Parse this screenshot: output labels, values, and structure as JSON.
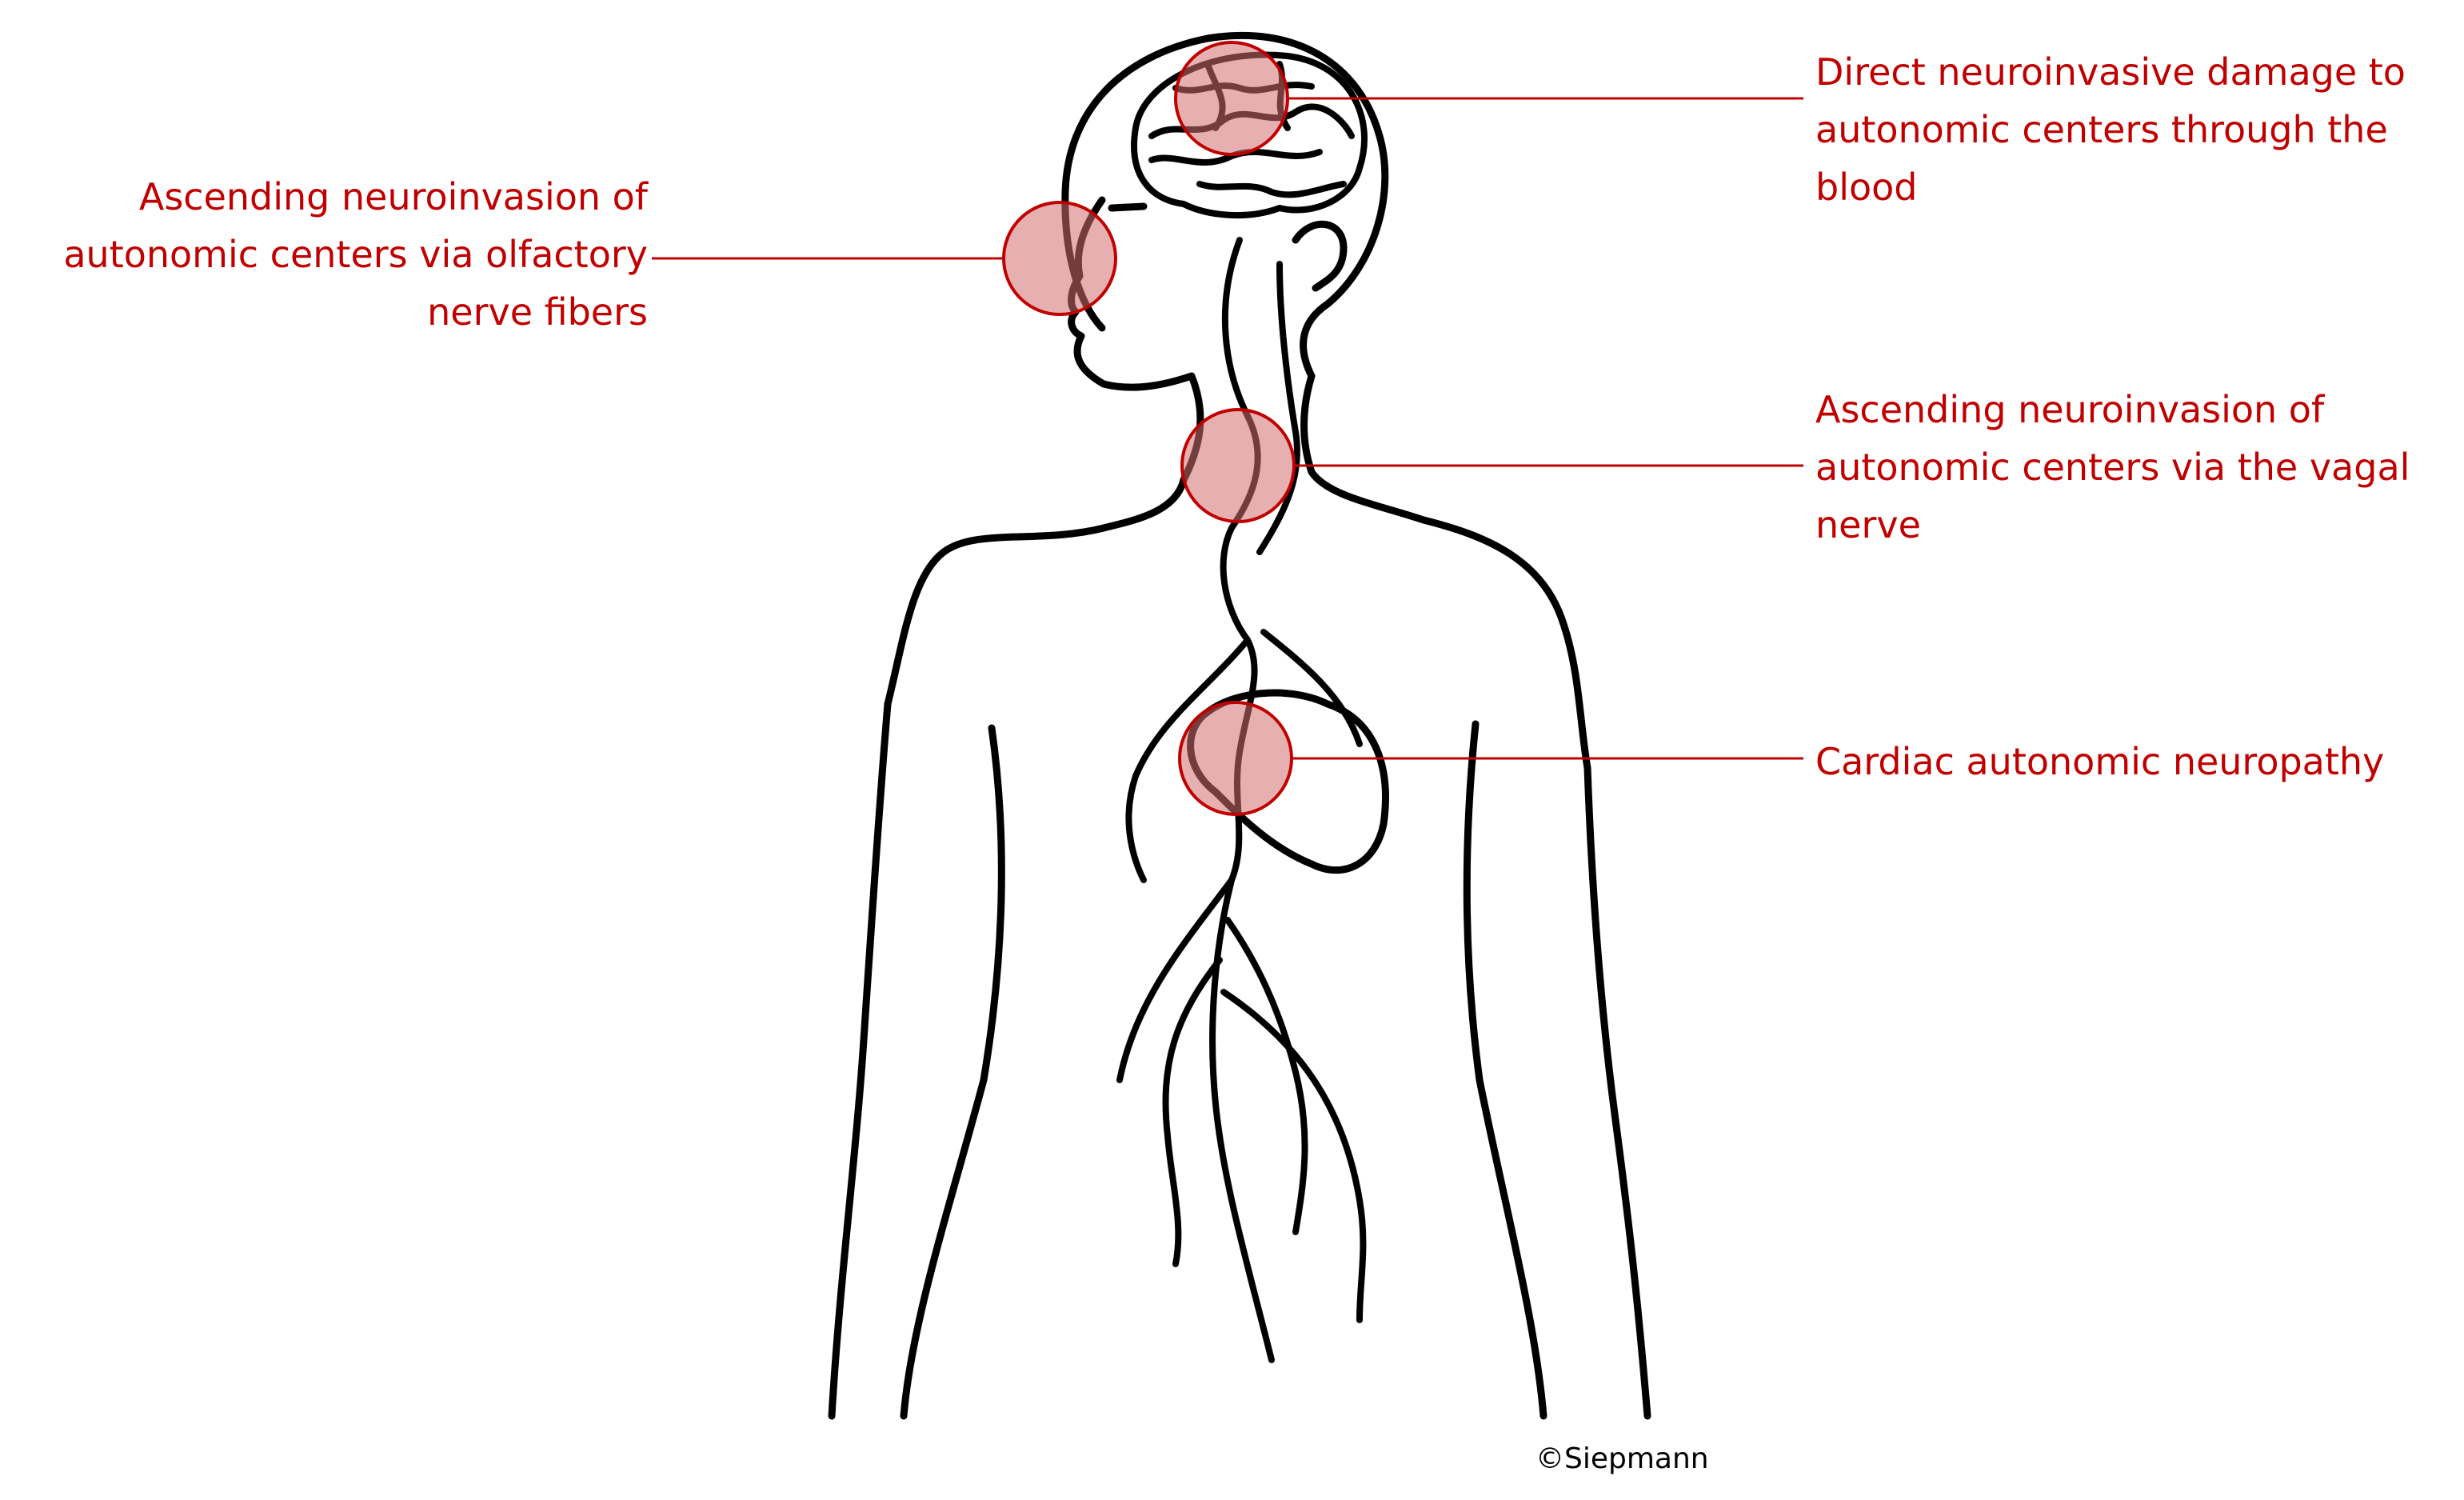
{
  "colors": {
    "label_text": "#c00000",
    "site_fill": "#d46f70",
    "outline": "#000000",
    "background": "#ffffff"
  },
  "labels": {
    "olfactory": "Ascending neuroinvasion of\nautonomic centers via olfactory\nnerve fibers",
    "blood": "Direct neuroinvasive damage to\nautonomic centers through the\nblood",
    "vagal": "Ascending neuroinvasion of\nautonomic centers via the vagal\nnerve",
    "cardiac": "Cardiac autonomic neuropathy"
  },
  "copyright": "©Siepmann"
}
